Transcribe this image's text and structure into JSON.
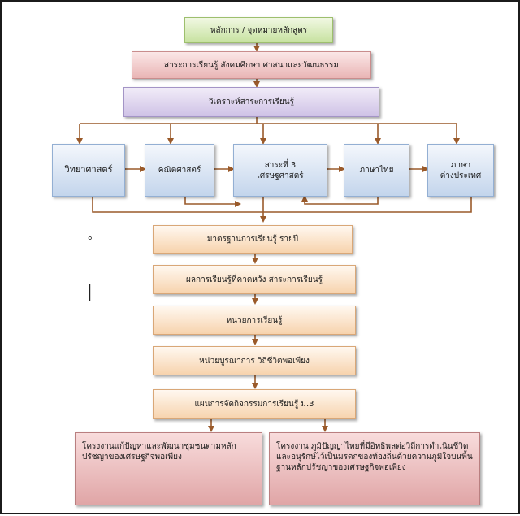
{
  "diagram": {
    "principle": "หลักการ / จุดหมายหลักสูตร",
    "social_strand": "สาระการเรียนรู้ สังคมศึกษา ศาสนาและวัฒนธรรม",
    "analysis": "วิเคราะห์สาระการเรียนรู้",
    "subjects": {
      "science": "วิทยาศาสตร์",
      "math": "คณิตศาสตร์",
      "strand3_line1": "สาระที่ 3",
      "strand3_line2": "เศรษฐศาสตร์",
      "thai": "ภาษาไทย",
      "foreign_line1": "ภาษา",
      "foreign_line2": "ต่างประเทศ"
    },
    "steps": [
      "มาตรฐานการเรียนรู้ รายปี",
      "ผลการเรียนรู้ที่คาดหวัง สาระการเรียนรู้",
      "หน่วยการเรียนรู้",
      "หน่วยบูรณาการ วิถีชีวิตพอเพียง",
      "แผนการจัดกิจกรรมการเรียนรู้ ม.3"
    ],
    "projects": {
      "left": "โครงงานแก้ปัญหาและพัฒนาชุมชนตามหลักปรัชญาของเศรษฐกิจพอเพียง",
      "right": "โครงงาน ภูมิปัญญาไทยที่มีอิทธิพลต่อวิถีการดำเนินชีวิตและอนุรักษ์ไว้เป็นมรดกของท้องถิ่นด้วยความภูมิใจบนพื้นฐานหลักปรัชญาของเศรษฐกิจพอเพียง"
    },
    "stray_marks": {
      "dot": "๐",
      "bar": "|"
    },
    "colors": {
      "arrow": "#9a5a2a",
      "green": "#c7e2a0",
      "pink": "#e9b5b5",
      "violet": "#cfc2e6",
      "blue": "#c3d5ec",
      "orange": "#f7d3ad",
      "rose": "#e0a5a6"
    }
  }
}
